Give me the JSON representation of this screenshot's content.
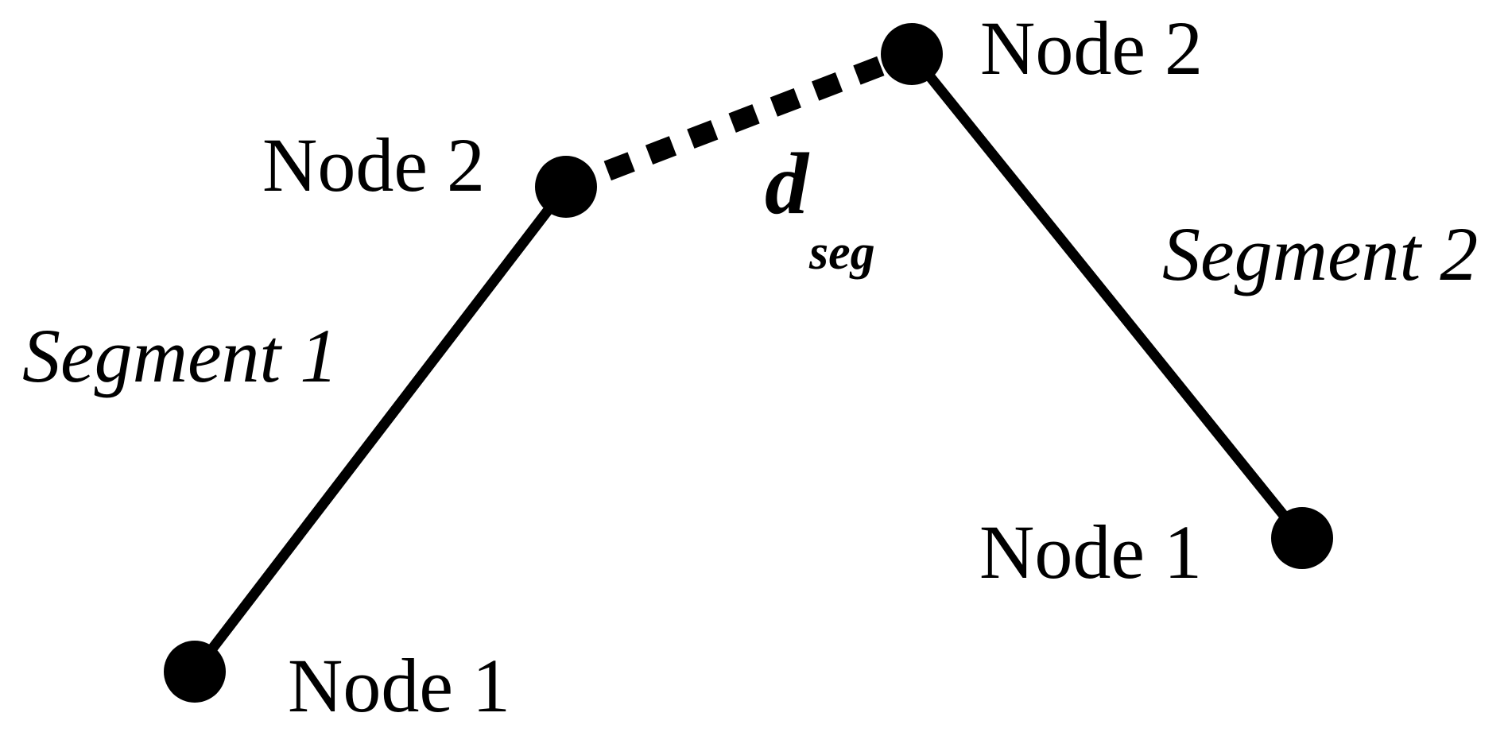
{
  "segments": [
    {
      "label": "Segment 1",
      "node1_label": "Node 1",
      "node2_label": "Node 2"
    },
    {
      "label": "Segment 2",
      "node1_label": "Node 1",
      "node2_label": "Node 2"
    }
  ],
  "distance": {
    "symbol": "d",
    "subscript": "seg"
  },
  "colors": {
    "ink": "#000000",
    "background": "#ffffff"
  }
}
